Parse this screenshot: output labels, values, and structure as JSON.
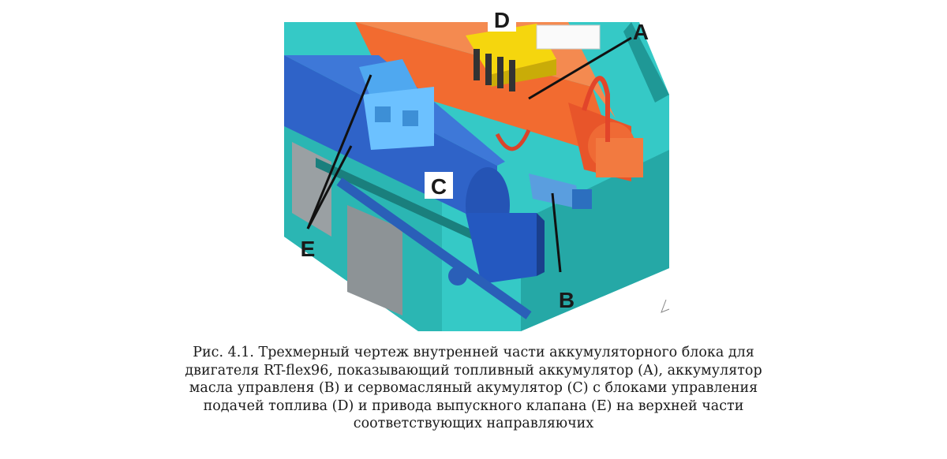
{
  "figure": {
    "labels": {
      "a": "A",
      "b": "B",
      "c": "C",
      "d": "D",
      "e": "E"
    },
    "colors": {
      "frame": "#2fc4c2",
      "fuel_accumulator": "#f0652e",
      "control_oil_accumulator": "#4a90d9",
      "servo_oil_accumulator": "#2b5fc4",
      "fuel_control_blocks": "#f5d90c",
      "exhaust_valve_blocks": "#4aa6ff"
    }
  },
  "caption": {
    "lines": [
      "Рис. 4.1. Трехмерный чертеж внутренней части аккумуляторного блока для",
      "двигателя RT-flex96, показывающий топливный аккумулятор (A), аккумулятор",
      "масла управленя (B) и сервомасляный акумулятор (C) с блоками управления",
      "подачей топлива (D) и привода выпускного клапана (E) на верхней части",
      "соответствующих направляючих"
    ]
  }
}
